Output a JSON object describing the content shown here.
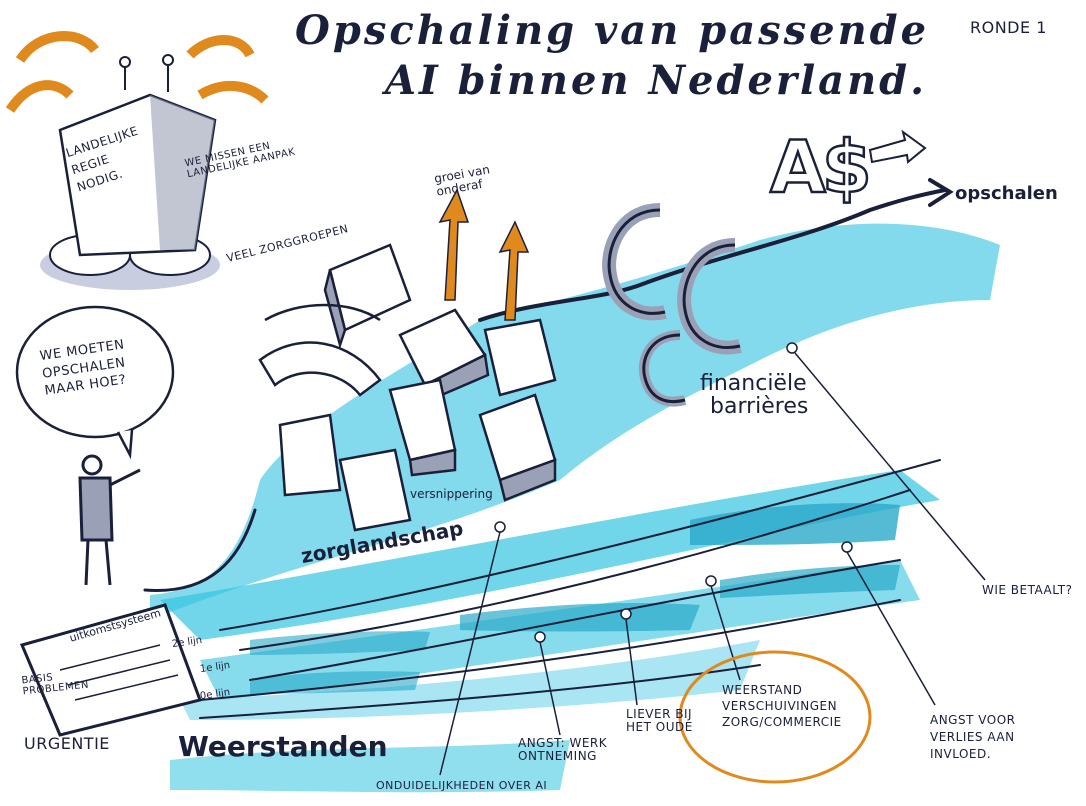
{
  "title": {
    "line1": "Opschaling van passende",
    "line2": "AI binnen Nederland."
  },
  "round_label": "RONDE 1",
  "building_sign": [
    "LANDELIJKE",
    "REGIE",
    "NODIG."
  ],
  "building_note": [
    "WE MISSEN EEN",
    "LANDELIJKE AANPAK"
  ],
  "speech_bubble": [
    "WE MOETEN",
    "OPSCHALEN",
    "MAAR HOE?"
  ],
  "labels": {
    "veel_zorggroepen": "VEEL ZORGGROEPEN",
    "groei_van_onderaf": [
      "groei van",
      "onderaf"
    ],
    "ai_dollar": "A$",
    "opschalen": "opschalen",
    "financiele_barrieres": [
      "financiële",
      "barrières"
    ],
    "versnippering": "versnippering",
    "zorglandschap": "zorglandschap",
    "wie_betaalt": "WIE BETAALT?",
    "document_title": "uitkomstsysteem",
    "basis_problemen": [
      "BASIS",
      "PROBLEMEN"
    ],
    "urgentie": "URGENTIE",
    "tweede_lijn": "2e lijn",
    "eerste_lijn": "1e lijn",
    "nulde_lijn": "0e lijn",
    "weerstanden": "Weerstanden",
    "onduidelijkheden": "ONDUIDELIJKHEDEN OVER AI",
    "angst_werk": [
      "ANGST: WERK",
      "ONTNEMING"
    ],
    "liever_bij_het_oude": [
      "LIEVER BIJ",
      "HET OUDE"
    ],
    "weerstand_verschuivingen": [
      "WEERSTAND",
      "VERSCHUIVINGEN",
      "ZORG/COMMERCIE"
    ],
    "angst_verlies": [
      "ANGST VOOR",
      "VERLIES AAN",
      "INVLOED."
    ]
  },
  "colors": {
    "ink": "#1a1f3a",
    "cyan": "#35c4e0",
    "cyan_light": "#a8e6f2",
    "orange": "#e08a1e",
    "grey": "#9aa0b5"
  }
}
